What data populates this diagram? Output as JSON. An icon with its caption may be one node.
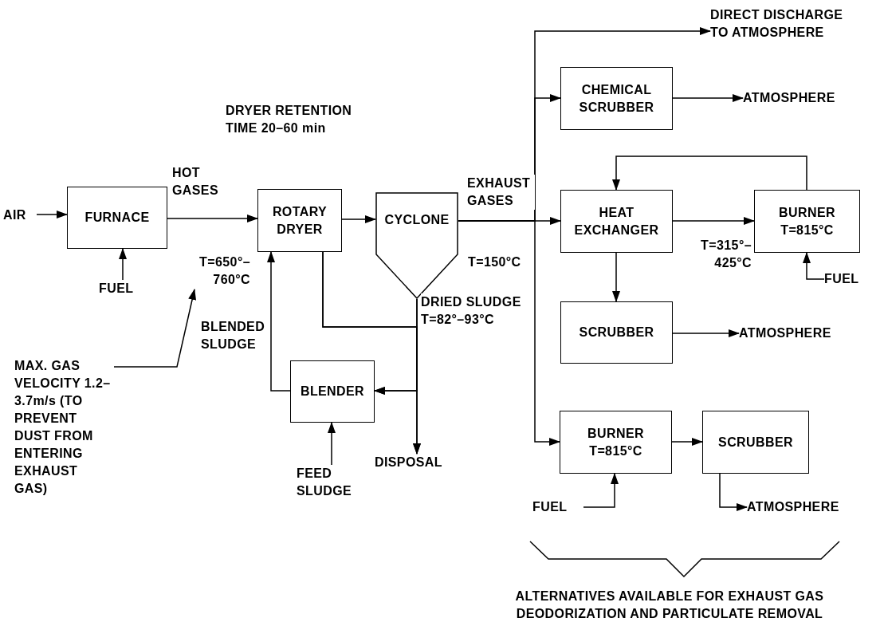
{
  "diagram": {
    "nodes": [
      {
        "text": [
          "AIR"
        ]
      },
      {
        "text": [
          "FURNACE"
        ]
      },
      {
        "text": [
          "FUEL"
        ]
      },
      {
        "text": [
          "ROTARY DRYER"
        ]
      },
      {
        "text": [
          "CYCLONE"
        ]
      },
      {
        "text": [
          "BLENDER"
        ]
      },
      {
        "text": [
          "FEED SLUDGE"
        ]
      },
      {
        "text": [
          "DISPOSAL"
        ]
      },
      {
        "text": [
          "T=650°–760°C"
        ]
      },
      {
        "text": [
          "HEAT EXCHANGER"
        ]
      },
      {
        "text": [
          "CHEMICAL SCRUBBER"
        ]
      },
      {
        "text": [
          "DIRECT DISCHARGE TO ATMOSPHERE"
        ]
      },
      {
        "text": [
          "ATMOSPHERE"
        ]
      },
      {
        "text": [
          "BURNER T=815°C"
        ]
      },
      {
        "text": [
          "FUEL"
        ]
      },
      {
        "text": [
          "SCRUBBER"
        ]
      },
      {
        "text": [
          "ATMOSPHERE"
        ]
      },
      {
        "text": [
          "BURNER T=815°C"
        ]
      },
      {
        "text": [
          "SCRUBBER"
        ]
      },
      {
        "text": [
          "FUEL"
        ]
      },
      {
        "text": [
          "ATMOSPHERE"
        ]
      },
      {
        "text": [
          "MAX. GAS VELOCITY 1.2–3.7m/s (TO PREVENT DUST FROM ENTERING EXHAUST GAS)"
        ]
      }
    ],
    "edges": [
      {
        "from": 0,
        "to": 1,
        "arrow": "to"
      },
      {
        "from": 2,
        "to": 1,
        "arrow": "to"
      },
      {
        "from": 1,
        "to": 3,
        "arrow": "to",
        "label": "HOT GASES"
      },
      {
        "from": 3,
        "to": 4,
        "arrow": "to"
      },
      {
        "from": 5,
        "to": 3,
        "arrow": "to",
        "label": "BLENDED SLUDGE"
      },
      {
        "from": 6,
        "to": 5,
        "arrow": "to"
      },
      {
        "from": 4,
        "to": 7,
        "arrow": "to",
        "label": "DRIED SLUDGE T=82°–93°C"
      },
      {
        "from": 3,
        "to": 7,
        "arrow": "to"
      },
      {
        "from": 4,
        "to": 5,
        "arrow": "to"
      },
      {
        "from": 3,
        "to": 5,
        "arrow": "to"
      },
      {
        "from": 4,
        "to": 11,
        "arrow": "to"
      },
      {
        "from": 4,
        "to": 10,
        "arrow": "to"
      },
      {
        "from": 4,
        "to": 9,
        "arrow": "to",
        "label": "EXHAUST GASES"
      },
      {
        "from": 4,
        "to": 17,
        "arrow": "to"
      },
      {
        "from": 10,
        "to": 12,
        "arrow": "to"
      },
      {
        "from": 9,
        "to": 13,
        "arrow": "to",
        "label": "T=315°–425°C"
      },
      {
        "from": 13,
        "to": 9,
        "arrow": "to"
      },
      {
        "from": 14,
        "to": 13,
        "arrow": "to"
      },
      {
        "from": 9,
        "to": 15,
        "arrow": "to"
      },
      {
        "from": 15,
        "to": 16,
        "arrow": "to"
      },
      {
        "from": 17,
        "to": 18,
        "arrow": "to"
      },
      {
        "from": 19,
        "to": 17,
        "arrow": "to"
      },
      {
        "from": 18,
        "to": 20,
        "arrow": "to"
      },
      {
        "from": 21,
        "to": 8,
        "arrow": "to"
      }
    ],
    "labels": [
      "DRYER RETENTION TIME 20–60 min",
      "T=150°C",
      "ALTERNATIVES AVAILABLE FOR EXHAUST GAS DEODORIZATION AND PARTICULATE REMOVAL"
    ]
  }
}
